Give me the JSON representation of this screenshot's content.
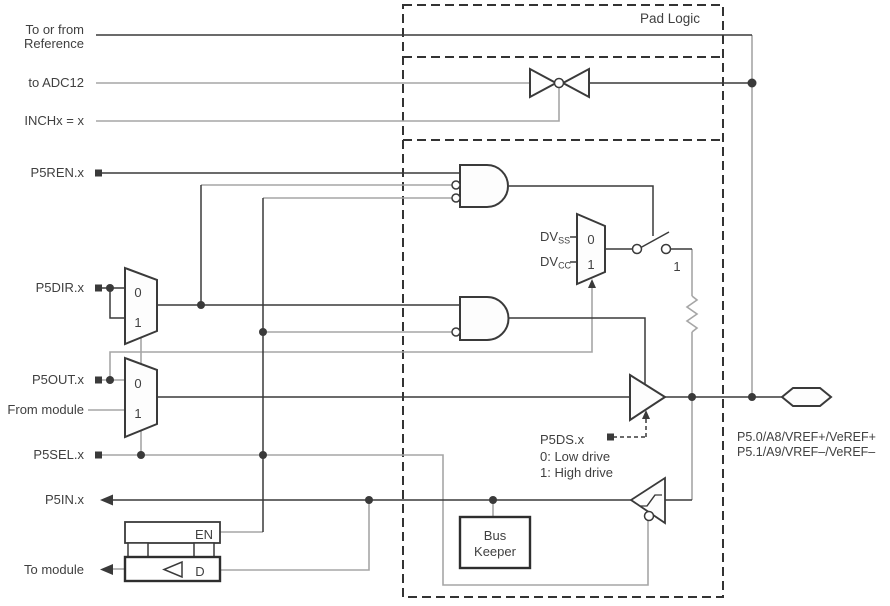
{
  "diagram": {
    "region_label": "Pad Logic",
    "signals": {
      "reference_line1": "To or from",
      "reference_line2": "Reference",
      "to_adc12": "to ADC12",
      "inchx": "INCHx = x",
      "p5ren": "P5REN.x",
      "p5dir": "P5DIR.x",
      "p5out": "P5OUT.x",
      "from_module": "From module",
      "p5sel": "P5SEL.x",
      "p5in": "P5IN.x",
      "to_module": "To module"
    },
    "components": {
      "dv_prefix": "DV",
      "dvss_sub": "SS",
      "dvcc_sub": "CC",
      "mux_zero": "0",
      "mux_one": "1",
      "switch_closed_label": "1",
      "p5ds": "P5DS.x",
      "p5ds_low": "0: Low drive",
      "p5ds_high": "1: High drive",
      "en_latch": "EN",
      "d_latch": "D",
      "bus_keeper_line1": "Bus",
      "bus_keeper_line2": "Keeper"
    },
    "pin_labels": {
      "line1": "P5.0/A8/VREF+/VeREF+",
      "line2": "P5.1/A9/VREF–/VeREF–"
    },
    "colors": {
      "wire_dark": "#3a3a3a",
      "wire_gray": "#a6a6a6",
      "text": "#404040",
      "background": "#ffffff"
    }
  }
}
